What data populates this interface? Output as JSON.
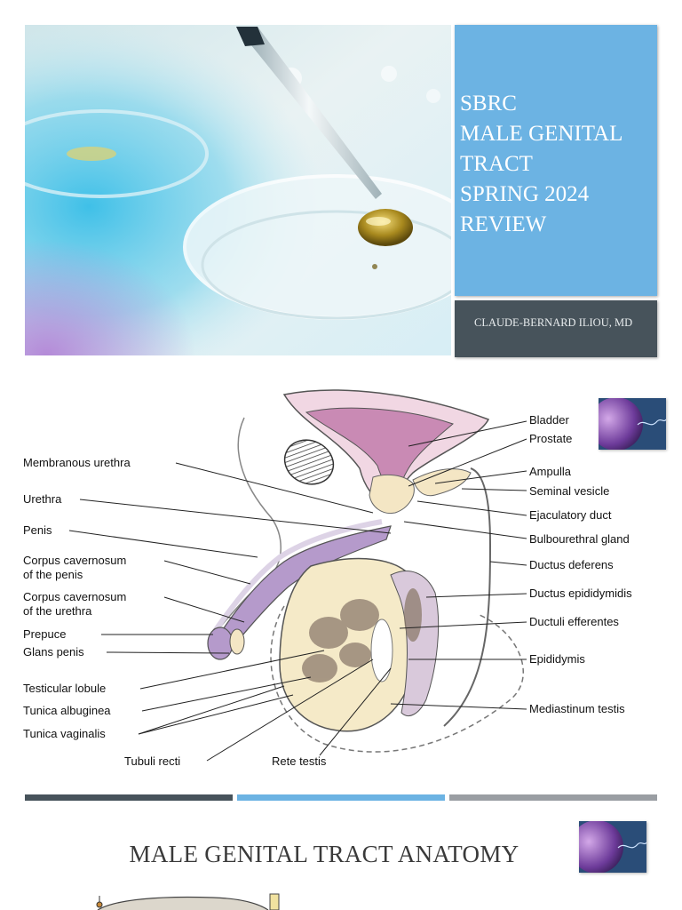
{
  "slide1": {
    "title_lines": "SBRC\nMALE GENITAL\nTRACT\nSPRING 2024\nREVIEW",
    "author": "CLAUDE-BERNARD ILIOU, MD"
  },
  "diagram": {
    "labels_left": {
      "membranous_urethra": "Membranous urethra",
      "urethra": "Urethra",
      "penis": "Penis",
      "corpus_cav_penis_1": "Corpus cavernosum",
      "corpus_cav_penis_2": "of the penis",
      "corpus_cav_urethra_1": "Corpus cavernosum",
      "corpus_cav_urethra_2": "of the urethra",
      "prepuce": "Prepuce",
      "glans_penis": "Glans penis",
      "testicular_lobule": "Testicular lobule",
      "tunica_albuginea": "Tunica albuginea",
      "tunica_vaginalis": "Tunica vaginalis",
      "tubuli_recti": "Tubuli recti",
      "rete_testis": "Rete testis"
    },
    "labels_right": {
      "bladder": "Bladder",
      "prostate": "Prostate",
      "ampulla": "Ampulla",
      "seminal_vesicle": "Seminal vesicle",
      "ejaculatory_duct": "Ejaculatory duct",
      "bulbourethral_gland": "Bulbourethral gland",
      "ductus_deferens": "Ductus deferens",
      "ductus_epididymidis": "Ductus epididymidis",
      "ductuli_efferentes": "Ductuli efferentes",
      "epididymis": "Epididymis",
      "mediastinum_testis": "Mediastinum testis"
    }
  },
  "divider_colors": [
    "#47535b",
    "#6cb3e3",
    "#9a9ea3"
  ],
  "slide3": {
    "title": "MALE GENITAL TRACT ANATOMY"
  }
}
